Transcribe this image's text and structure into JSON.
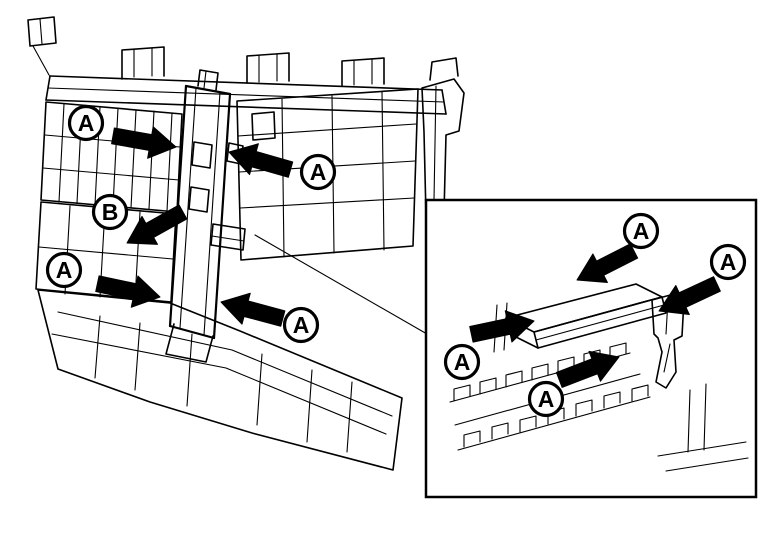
{
  "diagram": {
    "type": "technical-illustration",
    "main_view": {
      "labels": [
        "A",
        "A",
        "B",
        "A",
        "A"
      ]
    },
    "inset_view": {
      "labels": [
        "A",
        "A",
        "A",
        "A"
      ]
    },
    "colors": {
      "line": "#000000",
      "background": "#ffffff",
      "arrow_fill": "#000000",
      "callout_fill": "#ffffff"
    }
  }
}
